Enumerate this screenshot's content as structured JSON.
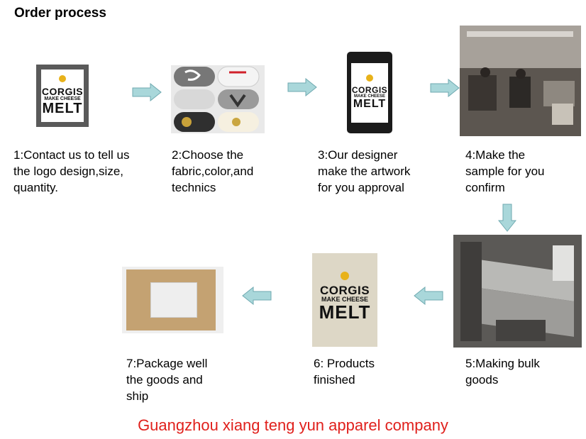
{
  "title": "Order process",
  "steps": [
    {
      "label": "1:Contact us to tell us\nthe logo design,size,\nquantity."
    },
    {
      "label": "2:Choose the\nfabric,color,and\ntechnics"
    },
    {
      "label": "3:Our designer\nmake the artwork\nfor you approval"
    },
    {
      "label": "4:Make the\nsample for you\nconfirm"
    },
    {
      "label": "5:Making bulk\ngoods"
    },
    {
      "label": "6: Products\nfinished"
    },
    {
      "label": "7:Package well\nthe goods and\nship"
    }
  ],
  "logo": {
    "line1": "CORGIS",
    "line2": "MAKE CHEESE",
    "line3": "MELT"
  },
  "footer": "Guangzhou xiang teng yun apparel company",
  "colors": {
    "footer": "#e0201c",
    "arrow_fill": "#a9d7da",
    "arrow_stroke": "#6fa9b0",
    "badge": "#e8b21a"
  }
}
